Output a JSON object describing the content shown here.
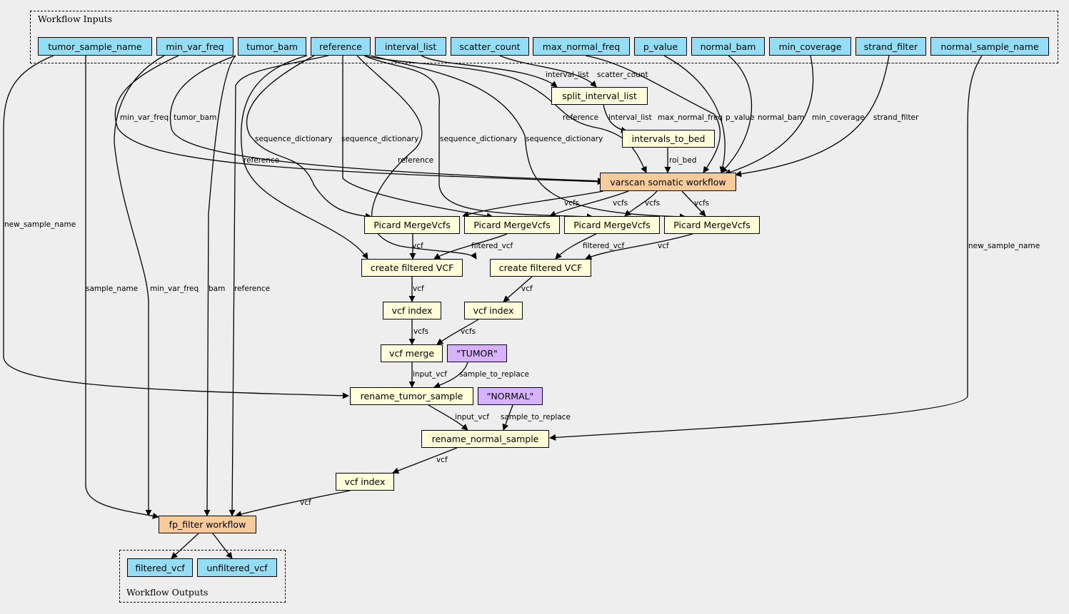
{
  "clusters": {
    "inputs_title": "Workflow Inputs",
    "outputs_title": "Workflow Outputs"
  },
  "inputs": [
    "tumor_sample_name",
    "min_var_freq",
    "tumor_bam",
    "reference",
    "interval_list",
    "scatter_count",
    "max_normal_freq",
    "p_value",
    "normal_bam",
    "min_coverage",
    "strand_filter",
    "normal_sample_name"
  ],
  "steps": {
    "split_interval_list": "split_interval_list",
    "intervals_to_bed": "intervals_to_bed",
    "varscan": "varscan somatic workflow",
    "merge1": "Picard MergeVcfs",
    "merge2": "Picard MergeVcfs",
    "merge3": "Picard MergeVcfs",
    "merge4": "Picard MergeVcfs",
    "create1": "create filtered VCF",
    "create2": "create filtered VCF",
    "index1": "vcf index",
    "index2": "vcf index",
    "vcf_merge": "vcf merge",
    "tumor_const": "\"TUMOR\"",
    "rename_tumor": "rename_tumor_sample",
    "normal_const": "\"NORMAL\"",
    "rename_normal": "rename_normal_sample",
    "index3": "vcf index",
    "fp_filter": "fp_filter workflow"
  },
  "outputs": [
    "filtered_vcf",
    "unfiltered_vcf"
  ],
  "edge_labels": [
    "interval_list",
    "scatter_count",
    "interval_list",
    "roi_bed",
    "min_var_freq",
    "tumor_bam",
    "reference",
    "max_normal_freq",
    "p_value",
    "normal_bam",
    "min_coverage",
    "strand_filter",
    "sequence_dictionary",
    "sequence_dictionary",
    "sequence_dictionary",
    "sequence_dictionary",
    "vcfs",
    "vcfs",
    "vcfs",
    "vcfs",
    "reference",
    "reference",
    "vcf",
    "filtered_vcf",
    "filtered_vcf",
    "vcf",
    "vcf",
    "vcf",
    "vcfs",
    "vcfs",
    "input_vcf",
    "sample_to_replace",
    "input_vcf",
    "sample_to_replace",
    "new_sample_name",
    "new_sample_name",
    "vcf",
    "vcf",
    "sample_name",
    "min_var_freq",
    "bam",
    "reference"
  ]
}
